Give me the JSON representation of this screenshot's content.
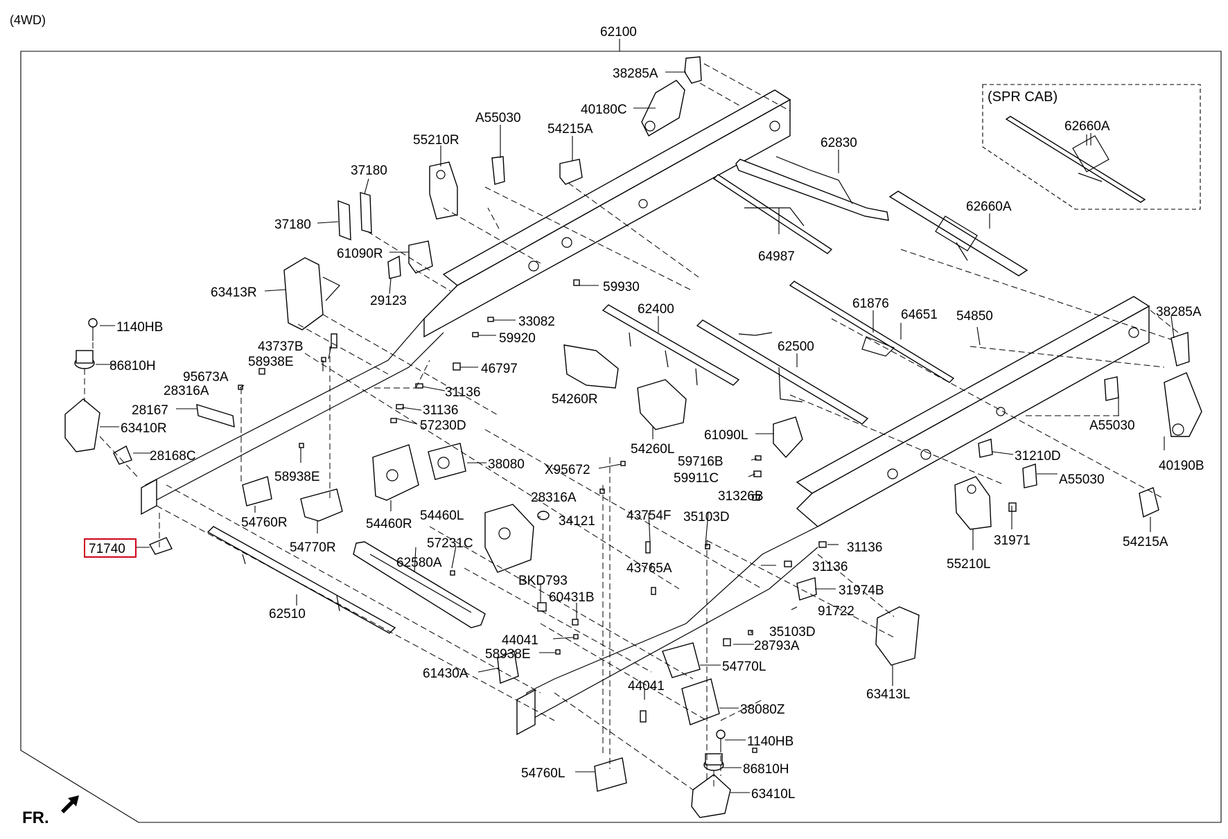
{
  "header": {
    "variant": "(4WD)",
    "assembly": "62100",
    "front_marker": "FR."
  },
  "inset": {
    "title": "(SPR CAB)"
  },
  "highlighted_part": "71740",
  "labels": {
    "l38285A_top": "38285A",
    "l40180C": "40180C",
    "lA55030_top": "A55030",
    "l54215A_top": "54215A",
    "l55210R": "55210R",
    "l37180a": "37180",
    "l37180b": "37180",
    "l62830": "62830",
    "l62660A_inset": "62660A",
    "l62660A_main": "62660A",
    "l61090R": "61090R",
    "l64987": "64987",
    "l63413R": "63413R",
    "l29123": "29123",
    "l59930": "59930",
    "l61876": "61876",
    "l64651": "64651",
    "l54850": "54850",
    "l38285A_right": "38285A",
    "l1140HB_left": "1140HB",
    "l33082": "33082",
    "l62400": "62400",
    "l59920": "59920",
    "l43737B": "43737B",
    "l62500": "62500",
    "l86810H": "86810H",
    "l58938E_1": "58938E",
    "l46797": "46797",
    "l95673A": "95673A",
    "l28316A_left": "28316A",
    "l31136_1": "31136",
    "l54260R": "54260R",
    "l28167": "28167",
    "l31136_2": "31136",
    "lA55030_right": "A55030",
    "l63410R": "63410R",
    "l57230D": "57230D",
    "l61090L": "61090L",
    "l31210D": "31210D",
    "l28168C": "28168C",
    "l54260L": "54260L",
    "l38080": "38080",
    "l59716B": "59716B",
    "l40190B": "40190B",
    "lX95672": "X95672",
    "l58938E_2": "58938E",
    "l59911C": "59911C",
    "lA55030_mid": "A55030",
    "l31326B": "31326B",
    "l28316A_mid": "28316A",
    "l54760R": "54760R",
    "l54460L": "54460L",
    "l34121": "34121",
    "l43754F": "43754F",
    "l35103D_1": "35103D",
    "l54770R": "54770R",
    "l54460R": "54460R",
    "l54215A_right": "54215A",
    "l31971": "31971",
    "l71740": "71740",
    "l57231C": "57231C",
    "l31136_3": "31136",
    "l55210L": "55210L",
    "l62580A": "62580A",
    "l31136_4": "31136",
    "l43765A": "43765A",
    "lBKD793": "BKD793",
    "l31974B": "31974B",
    "l60431B": "60431B",
    "l62510": "62510",
    "l91722": "91722",
    "l44041_1": "44041",
    "l35103D_2": "35103D",
    "l28793A": "28793A",
    "l58938E_3": "58938E",
    "l54770L": "54770L",
    "l61430A": "61430A",
    "l63413L": "63413L",
    "l44041_2": "44041",
    "l38080Z": "38080Z",
    "l1140HB_right": "1140HB",
    "l86810H_right": "86810H",
    "l54760L": "54760L",
    "l63410L": "63410L"
  }
}
